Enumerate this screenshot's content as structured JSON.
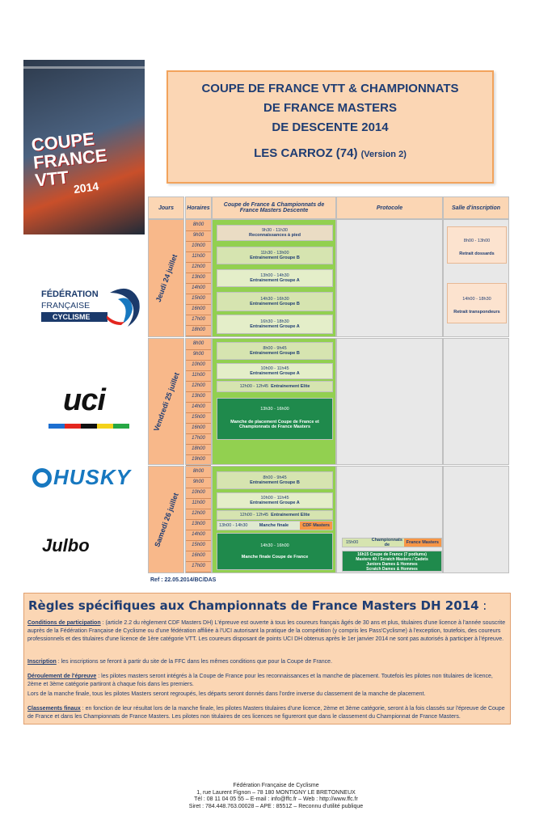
{
  "poster": {
    "line1": "COUPE",
    "line2": "FRANCE",
    "line3": "VTT",
    "year": "2014"
  },
  "title": {
    "line1": "COUPE DE FRANCE VTT  & CHAMPIONNATS",
    "line2": "DE FRANCE MASTERS",
    "line3": "DE DESCENTE 2014",
    "line4": "LES CARROZ (74)",
    "version": "(Version 2)"
  },
  "logos": {
    "ffc_l1": "FÉDÉRATION",
    "ffc_l2": "FRANÇAISE",
    "ffc_l3": "CYCLISME",
    "uci": "uci",
    "husky": "HUSKY",
    "julbo": "Julbo"
  },
  "table": {
    "headers": {
      "jours": "Jours",
      "horaires": "Horaires",
      "cdf": "Coupe de France & Championnats de France Masters Descente",
      "protocole": "Protocole",
      "salle": "Salle d'inscription"
    },
    "days": [
      {
        "label": "Jeudi 24 juillet",
        "times": [
          "8h00",
          "9h00",
          "10h00",
          "11h00",
          "12h00",
          "13h00",
          "14h00",
          "15h00",
          "16h00",
          "17h00",
          "18h00"
        ],
        "blocks": [
          {
            "time": "9h30 - 11h30",
            "label": "Reconnaissances à  pied"
          },
          {
            "time": "11h30 - 13h00",
            "label": "Entrainement Groupe B"
          },
          {
            "time": "13h00 - 14h30",
            "label": "Entrainement Groupe A"
          },
          {
            "time": "14h30 - 16h30",
            "label": "Entrainement Groupe B"
          },
          {
            "time": "16h30 - 18h30",
            "label": "Entrainement Groupe A"
          }
        ],
        "salle": [
          {
            "time": "8h00 - 13h00",
            "label": "Retrait dossards"
          },
          {
            "time": "14h00 - 18h30",
            "label": "Retrait transpondeurs"
          }
        ]
      },
      {
        "label": "Vendredi 25 juillet",
        "times": [
          "8h00",
          "9h00",
          "10h00",
          "11h00",
          "12h00",
          "13h00",
          "14h00",
          "15h00",
          "16h00",
          "17h00",
          "18h00",
          "19h00"
        ],
        "blocks": [
          {
            "time": "8h00 - 9h45",
            "label": "Entrainement Groupe B"
          },
          {
            "time": "10h00 - 11h45",
            "label": "Entrainement Groupe A"
          },
          {
            "time": "12h00 - 12h45",
            "label": "Entrainement Elite"
          },
          {
            "time": "13h30 - 16h00",
            "label": "Manche de placement Coupe de France et Championnats de France Masters"
          }
        ]
      },
      {
        "label": "Samedi 26 juillet",
        "times": [
          "8h00",
          "9h00",
          "10h00",
          "11h00",
          "12h00",
          "13h00",
          "14h00",
          "15h00",
          "16h00",
          "17h00"
        ],
        "blocks": [
          {
            "time": "8h00 - 9h45",
            "label": "Entrainement Groupe B"
          },
          {
            "time": "10h00 - 11h45",
            "label": "Entrainement Groupe A"
          },
          {
            "time": "12h00 - 12h45",
            "label": "Entrainement Elite"
          },
          {
            "time": "13h00 - 14h30",
            "label": "Manche finale",
            "tag": "CDF Masters"
          },
          {
            "time": "14h30 - 16h00",
            "label": "Manche finale Coupe de France"
          }
        ],
        "protocole": [
          {
            "time": "15h00",
            "label": "Championnats de",
            "tag": "France Masters"
          },
          {
            "time": "16h15",
            "line1": "Coupe de France (7 podiums)",
            "line2": "Masters 40 / Scratch Masters / Cadets",
            "line3": "Juniors  Dames & Hommes",
            "line4": "Scratch Dames & Hommes"
          }
        ]
      }
    ]
  },
  "ref": "Ref : 22.05.2014/BC/DAS",
  "rules": {
    "title": "Règles spécifiques aux Championnats de France Masters DH 2014",
    "colon": " :",
    "p1_head": "Conditions de participation",
    "p1": " : (article 2.2 du règlement CDF Masters DH) L'épreuve est ouverte à tous les coureurs français âgés de 30 ans et plus, titulaires d'une licence à l'année souscrite auprès de la Fédération Française de Cyclisme ou d'une fédération affiliée à l'UCI autorisant la pratique de la compétition (y compris les Pass'Cyclisme) à l'exception, toutefois, des coureurs professionnels et des titulaires d'une licence de 1ère catégorie VTT. Les coureurs disposant de points UCI DH obtenus après le 1er janvier 2014 ne sont pas autorisés à participer à l'épreuve.",
    "p2_head": "Inscription",
    "p2": " : les inscriptions se feront à partir du site de la FFC dans les mêmes conditions que pour la Coupe de France.",
    "p3_head": "Déroulement de l'épreuve",
    "p3": " : les pilotes masters seront intégrés à la Coupe de France pour les reconnaissances  et la manche de placement. Toutefois les pilotes non titulaires de licence, 2ème et 3ème catégorie partiront à chaque fois dans les premiers.",
    "p4": "Lors de la manche finale, tous les pilotes Masters seront regroupés, les départs seront donnés dans l'ordre inverse du classement de la manche de placement.",
    "p5_head": "Classements finaux",
    "p5": " : en fonction de leur résultat lors de la manche finale, les pilotes Masters titulaires d'une licence, 2ème et 3ème catégorie, seront à la fois classés sur l'épreuve de Coupe de France et dans les Championnats de France Masters. Les pilotes non titulaires de ces licences ne figureront que dans le classement du Championnat de France Masters."
  },
  "footer": {
    "l1": "Fédération Française de Cyclisme",
    "l2": "1, rue Laurent Fignon – 78 180 MONTIGNY LE BRETONNEUX",
    "l3": "Tél : 08 11 04 05 55 – E-mail : info@ffc.fr – Web : http://www.ffc.fr",
    "l4": "Siret : 784.448.763.00028 – APE : 8551Z – Reconnu d'utilité publique"
  },
  "colors": {
    "peach": "#fbd6b4",
    "orange": "#f8b88a",
    "green_light": "#d6e4b0",
    "green_mid": "#92d050",
    "green_dark": "#1f8a4c",
    "navy": "#1f3d73"
  }
}
